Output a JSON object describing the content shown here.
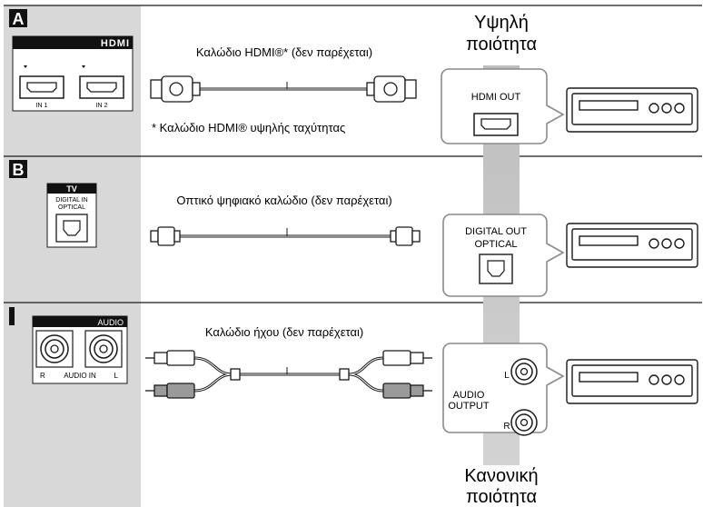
{
  "quality": {
    "high": [
      "Υψηλή",
      "ποιότητα"
    ],
    "normal": [
      "Κανονική",
      "ποιότητα"
    ]
  },
  "sections": [
    {
      "letter": "A",
      "tv_port": {
        "header": "HDMI",
        "inputs": [
          "IN 1",
          "IN 2"
        ]
      },
      "cable_label": "Καλώδιο HDMI®* (δεν παρέχεται)",
      "footnote": "* Καλώδιο HDMI® υψηλής ταχύτητας",
      "device_port": {
        "lines": [
          "HDMI OUT"
        ]
      }
    },
    {
      "letter": "B",
      "tv_port": {
        "header": "TV",
        "lines": [
          "DIGITAL IN",
          "OPTICAL"
        ]
      },
      "cable_label": "Οπτικό ψηφιακό καλώδιο (δεν παρέχεται)",
      "device_port": {
        "lines": [
          "DIGITAL OUT",
          "OPTICAL"
        ]
      }
    },
    {
      "letter": "I",
      "tv_port": {
        "header": "AUDIO",
        "left": "R",
        "middle": "AUDIO IN",
        "right": "L"
      },
      "cable_label": "Καλώδιο ήχου (δεν παρέχεται)",
      "device_port": {
        "lines": [
          "AUDIO",
          "OUTPUT"
        ],
        "left": "L",
        "right": "R"
      }
    }
  ]
}
